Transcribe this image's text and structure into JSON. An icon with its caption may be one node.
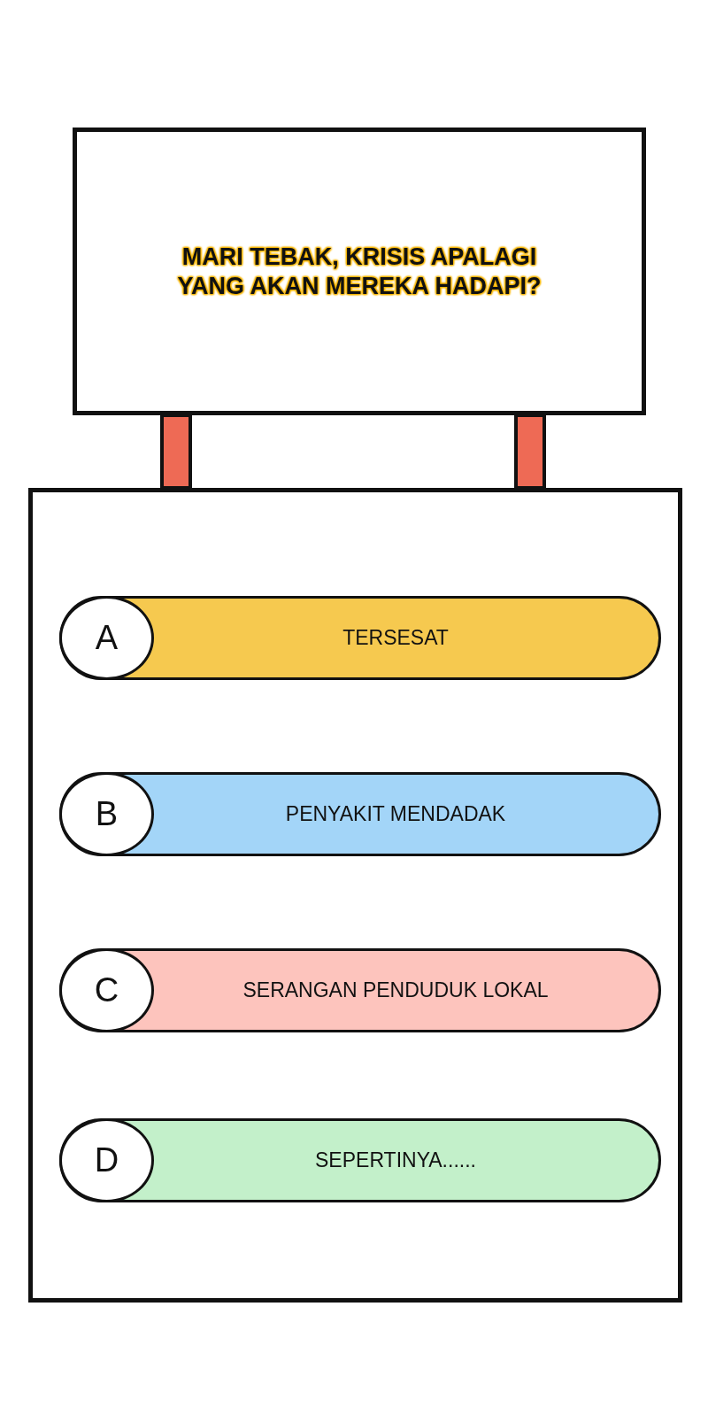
{
  "diagram": {
    "nodes": [
      {
        "text": [
          "MARI TEBAK, KRISIS APALAGI YANG AKAN MEREKA HADAPI?"
        ]
      },
      {
        "text": [],
        "shape": "box"
      },
      {
        "text": [
          "TERSESAT"
        ],
        "in": 1
      },
      {
        "text": [
          "A"
        ],
        "in": 2
      },
      {
        "text": [
          "PENYAKIT MENDADAK"
        ],
        "in": 1
      },
      {
        "text": [
          "B"
        ],
        "in": 4
      },
      {
        "text": [
          "SERANGAN PENDUDUK LOKAL"
        ],
        "in": 1
      },
      {
        "text": [
          "C"
        ],
        "in": 6
      },
      {
        "text": [
          "SEPERTINYA......"
        ],
        "in": 1
      },
      {
        "text": [
          "D"
        ],
        "in": 8
      },
      {
        "text": [],
        "shape": "bar"
      },
      {
        "text": [],
        "shape": "bar"
      }
    ]
  }
}
